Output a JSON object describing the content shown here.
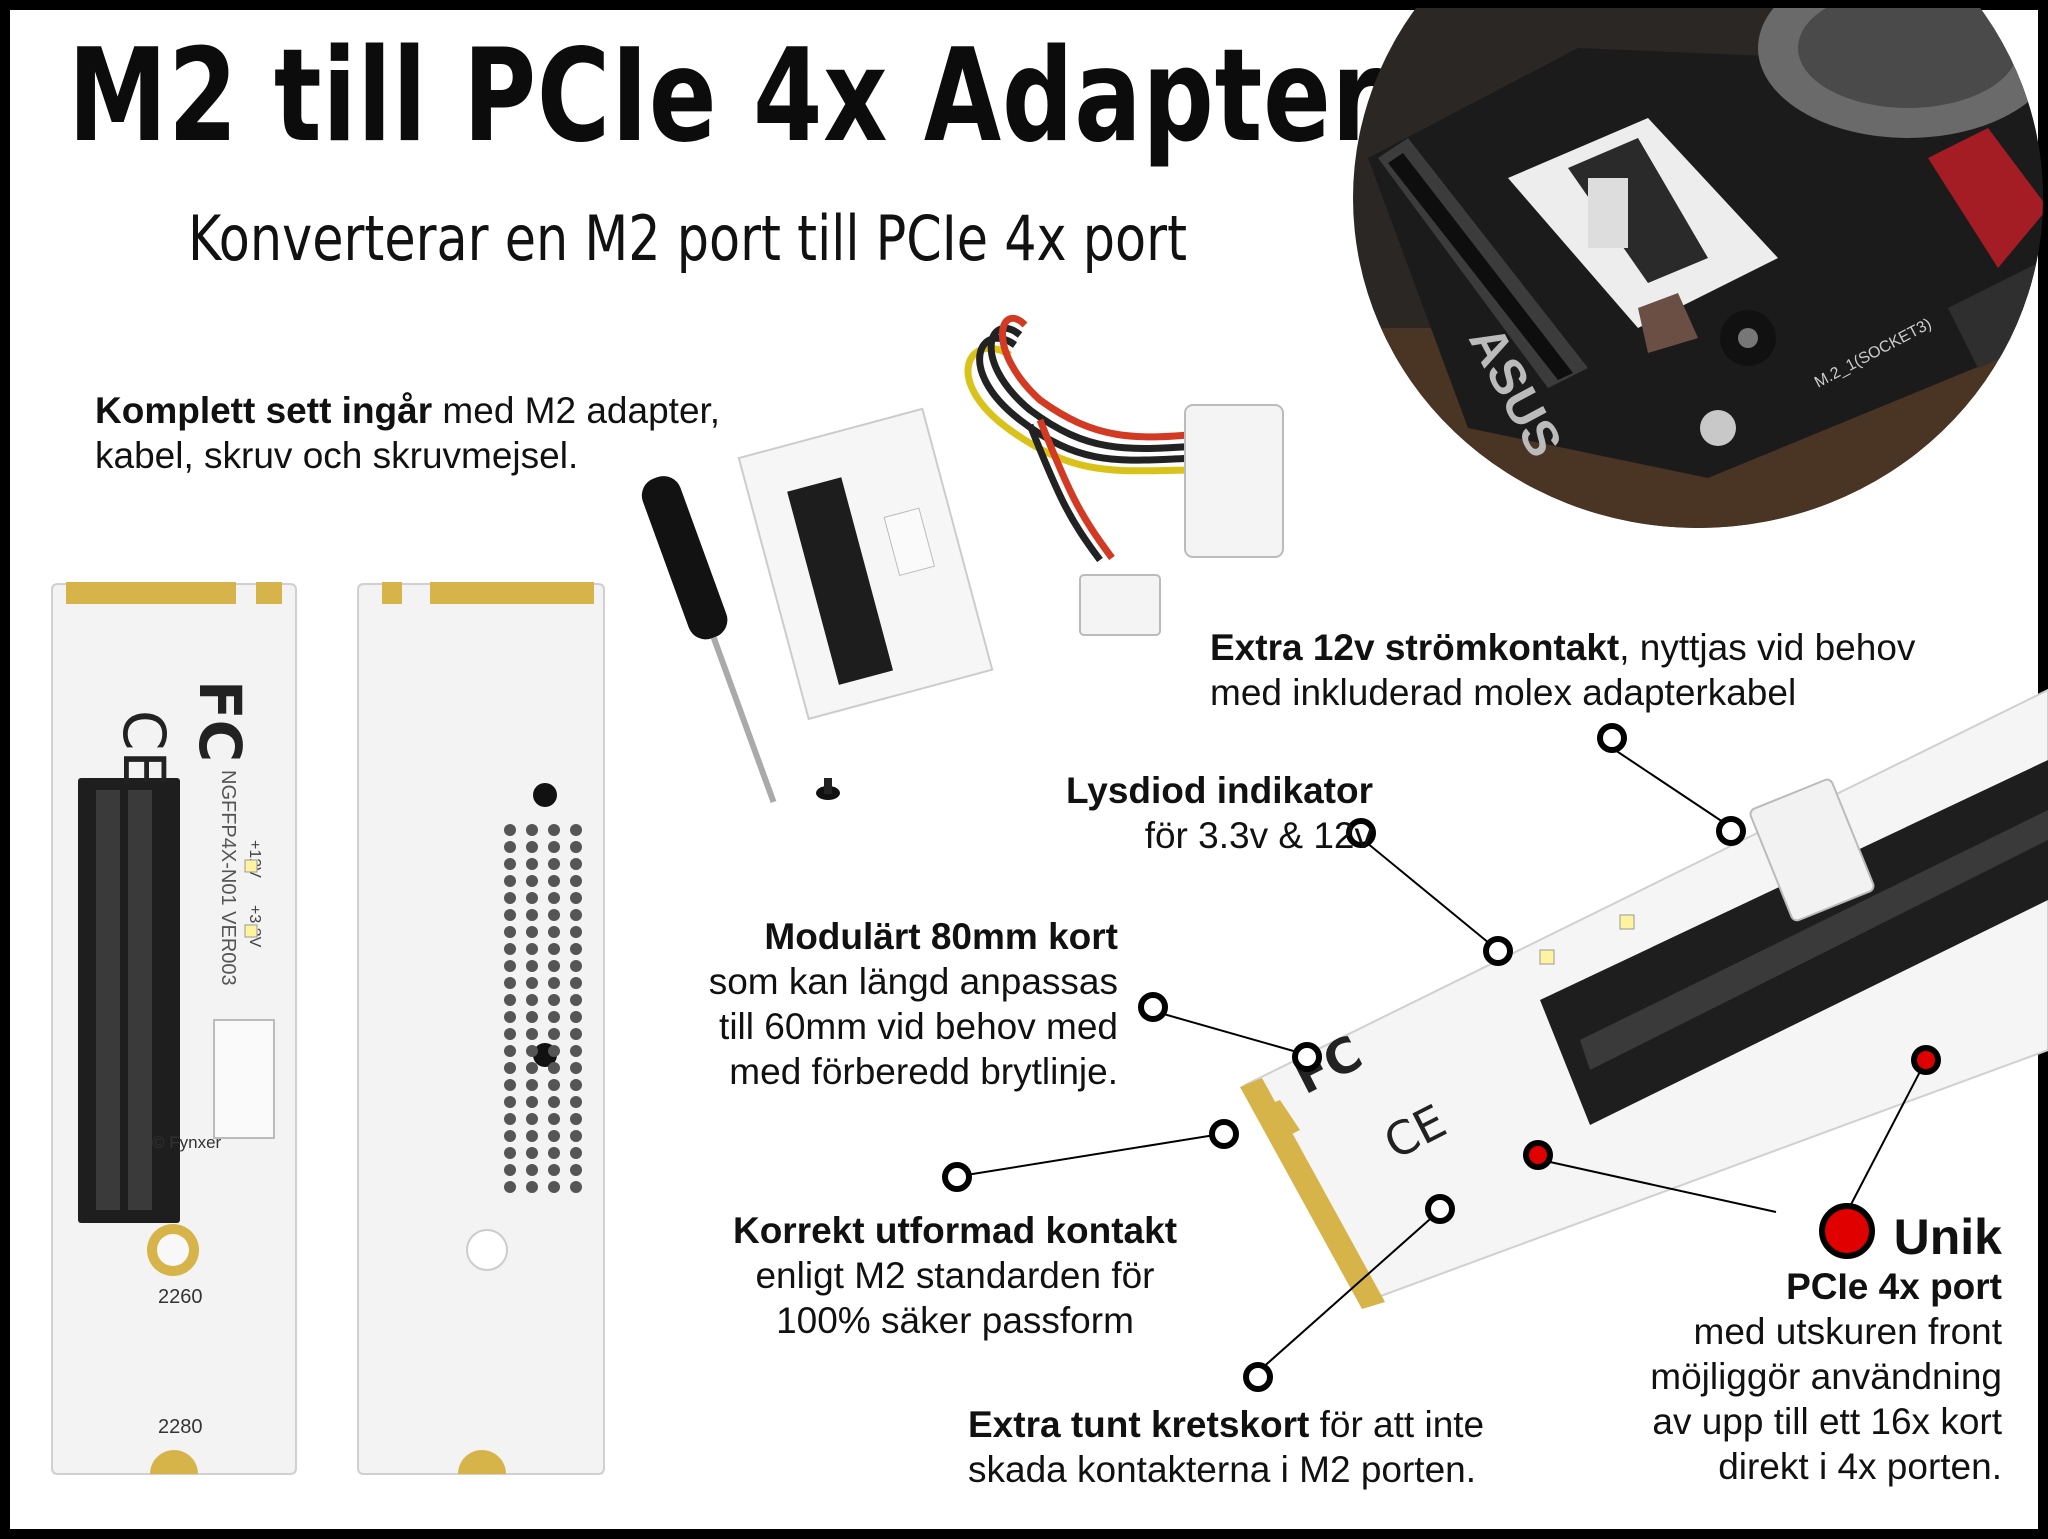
{
  "title": "M2 till PCIe 4x Adapter",
  "subtitle": "Konverterar en M2 port till PCIe 4x port",
  "kit": {
    "bold": "Komplett sett ingår",
    "rest": " med M2 adapter,",
    "line2": "kabel, skruv och skruvmejsel."
  },
  "power": {
    "bold": "Extra 12v strömkontakt",
    "rest": ", nyttjas vid behov",
    "line2": "med inkluderad molex adapterkabel"
  },
  "led": {
    "bold": "Lysdiod indikator",
    "line2": "för 3.3v & 12v"
  },
  "modular": {
    "bold": "Modulärt 80mm kort",
    "line2": "som kan längd anpassas",
    "line3": "till 60mm vid behov med",
    "line4": "med förberedd brytlinje."
  },
  "contact": {
    "bold": "Korrekt utformad kontakt",
    "line2": "enligt M2 standarden för",
    "line3": "100% säker passform"
  },
  "thin": {
    "bold": "Extra tunt kretskort",
    "rest": " för att inte",
    "line2": "skada kontakterna i M2 porten."
  },
  "unique": {
    "head": "Unik",
    "bold": "PCIe 4x port",
    "line2": "med utskuren front",
    "line3": "möjliggör användning",
    "line4": "av upp till ett 16x kort",
    "line5": "direkt i 4x porten."
  },
  "card_labels": {
    "l2260": "2260",
    "l2280": "2280",
    "copyright": "© Fynxer",
    "pcb_text": "NGFFP4X-N01 VER003",
    "v33": "+3.3V",
    "v12": "+12V"
  },
  "photo_labels": {
    "brand": "ASUS",
    "slot": "M.2_1(SOCKET3)"
  }
}
